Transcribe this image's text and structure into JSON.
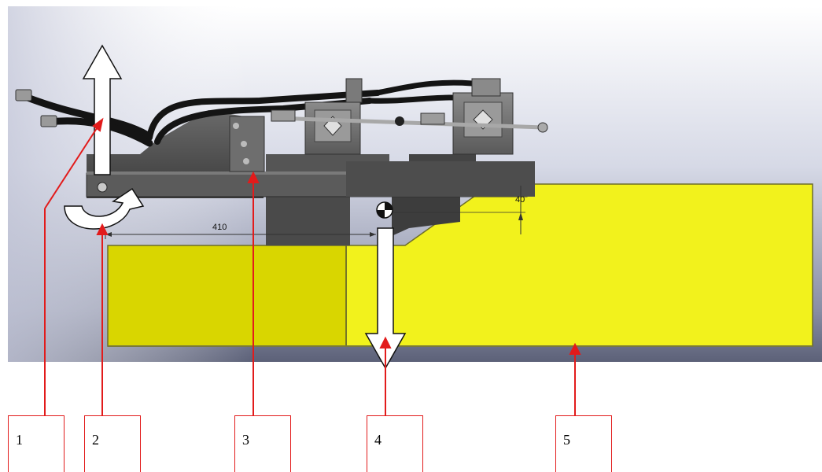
{
  "dimensions": {
    "horizontal": "410",
    "vertical": "40"
  },
  "callouts": [
    "1",
    "2",
    "3",
    "4",
    "5"
  ],
  "colors": {
    "body_yellow": "#f2f21c",
    "body_yellow_dark": "#d9d600",
    "frame_gray": "#4a4a4a",
    "hose_black": "#141414",
    "callout_red": "#e21b1b",
    "arrow_white": "#ffffff"
  },
  "icons": {
    "force_up": "up-arrow-icon",
    "moment": "curved-arrow-icon",
    "force_down": "down-arrow-icon",
    "center_of_mass": "center-of-mass-icon"
  }
}
